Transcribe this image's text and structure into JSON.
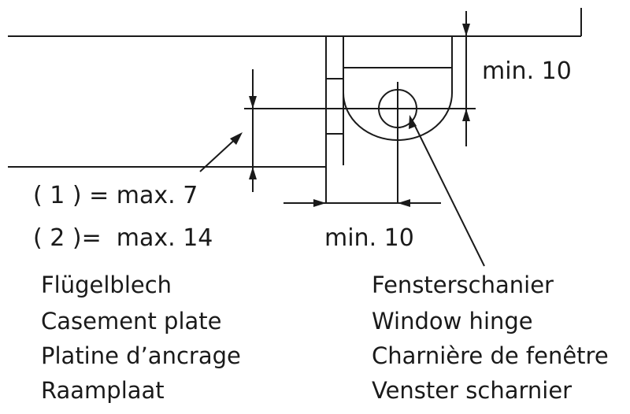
{
  "diagram": {
    "dimensions": {
      "top_right": "min. 10",
      "bottom_center": "min. 10",
      "note_1": "( 1 ) = max. 7",
      "note_2": "( 2 )=  max. 14"
    },
    "legend_left": [
      "Flügelblech",
      "Casement plate",
      "Platine d’ancrage",
      "Raamplaat"
    ],
    "legend_right": [
      "Fensterschanier",
      "Window hinge",
      "Charnière de fenêtre",
      "Venster scharnier"
    ]
  }
}
